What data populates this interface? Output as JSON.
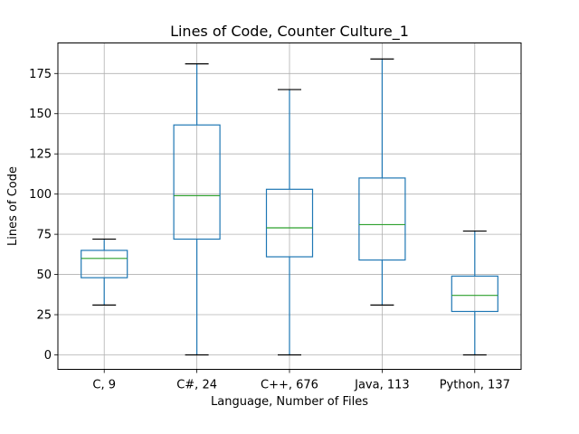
{
  "chart_data": {
    "type": "box",
    "title": "Lines of Code, Counter Culture_1",
    "xlabel": "Language, Number of Files",
    "ylabel": "Lines of Code",
    "ylim": [
      -9,
      194
    ],
    "yticks": [
      0,
      25,
      50,
      75,
      100,
      125,
      150,
      175
    ],
    "grid": true,
    "categories": [
      "C, 9",
      "C#, 24",
      "C++, 676",
      "Java, 113",
      "Python, 137"
    ],
    "boxes": [
      {
        "whisker_low": 31,
        "q1": 48,
        "median": 60,
        "q3": 65,
        "whisker_high": 72
      },
      {
        "whisker_low": 0,
        "q1": 72,
        "median": 99,
        "q3": 143,
        "whisker_high": 181
      },
      {
        "whisker_low": 0,
        "q1": 61,
        "median": 79,
        "q3": 103,
        "whisker_high": 165
      },
      {
        "whisker_low": 31,
        "q1": 59,
        "median": 81,
        "q3": 110,
        "whisker_high": 184
      },
      {
        "whisker_low": 0,
        "q1": 27,
        "median": 37,
        "q3": 49,
        "whisker_high": 77
      }
    ],
    "colors": {
      "box": "#1f77b4",
      "median": "#2ca02c",
      "cap": "#000000",
      "grid": "#b0b0b0"
    }
  }
}
